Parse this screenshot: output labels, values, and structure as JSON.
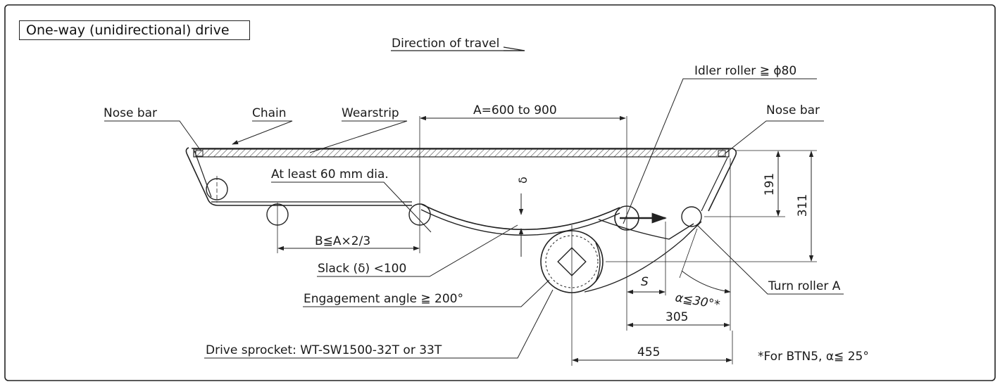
{
  "title": "One-way (unidirectional) drive",
  "direction": "Direction of travel",
  "labels": {
    "nose_bar_left": "Nose bar",
    "chain": "Chain",
    "wearstrip": "Wearstrip",
    "dim_a": "A=600 to 900",
    "idler": "Idler roller ≧ ϕ80",
    "nose_bar_right": "Nose bar",
    "min_dia": "At least 60 mm dia.",
    "delta": "δ",
    "dim_b": "B≦A×2/3",
    "slack": "Slack (δ) <100",
    "engagement": "Engagement angle ≧ 200°",
    "sprocket": "Drive sprocket: WT-SW1500-32T or 33T",
    "dim_191": "191",
    "dim_311": "311",
    "dim_s": "S",
    "alpha": "α≦30°*",
    "turn_roller": "Turn roller A",
    "dim_305": "305",
    "dim_455": "455",
    "footnote": "*For BTN5, α≦ 25°"
  }
}
